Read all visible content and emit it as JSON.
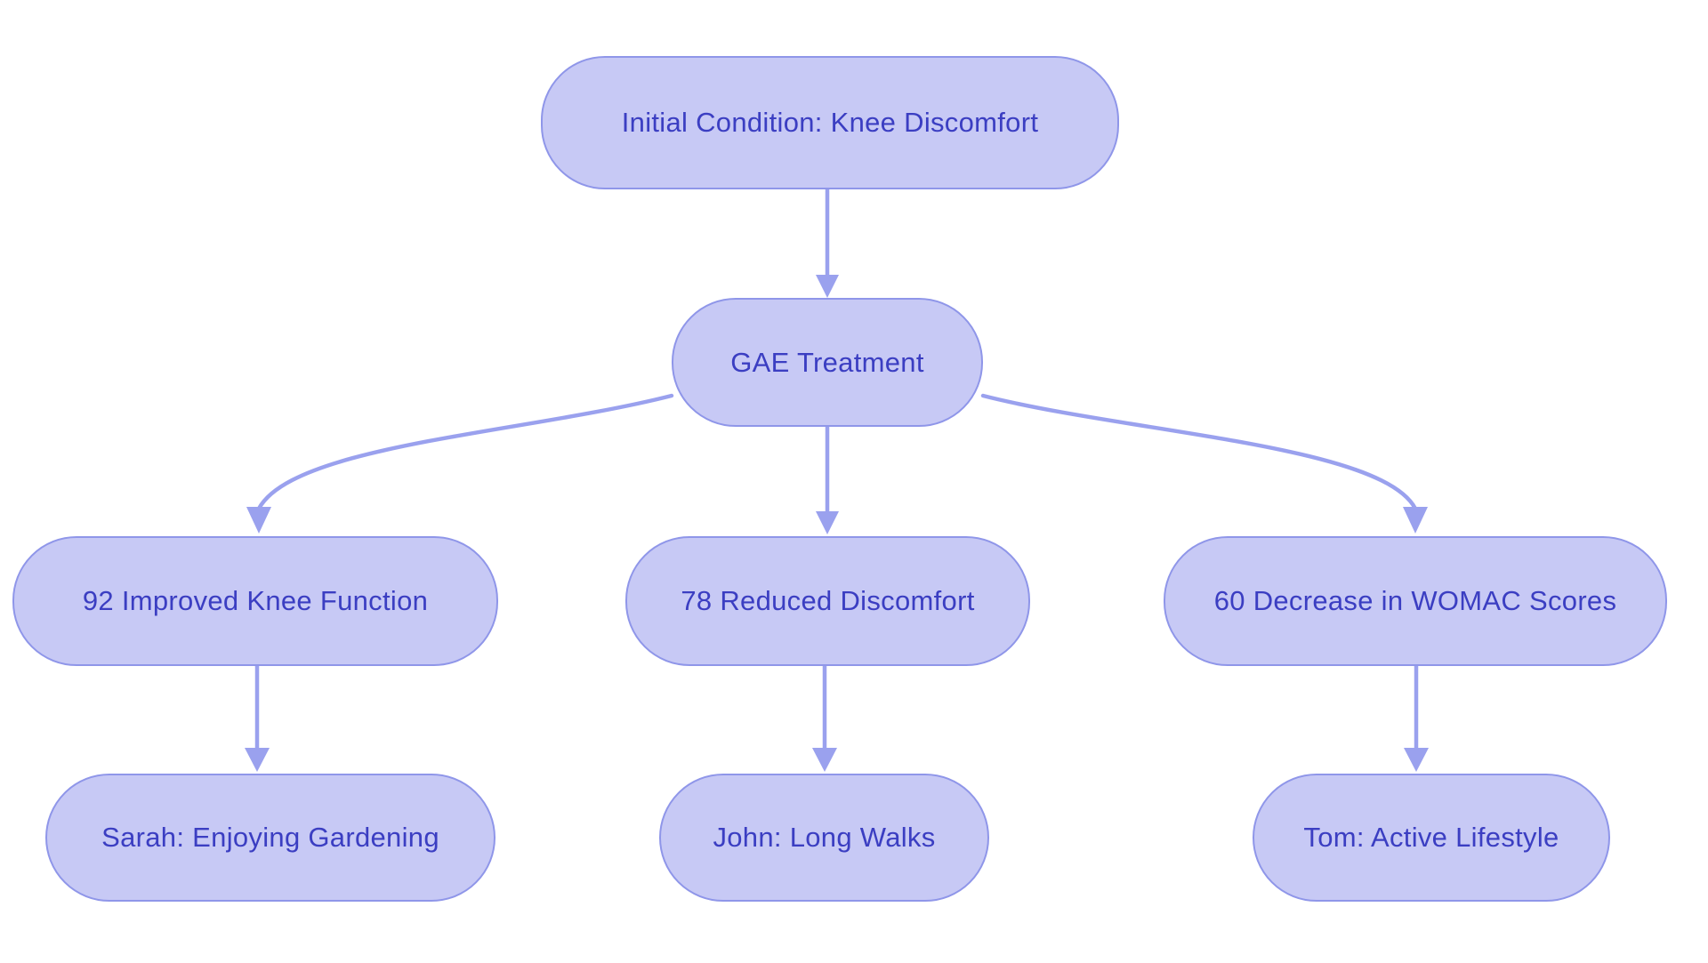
{
  "diagram": {
    "type": "flowchart",
    "background_color": "#ffffff",
    "colors": {
      "node_fill": "#c7c9f5",
      "node_border": "#8f96e9",
      "node_text": "#3b3ec2",
      "arrow": "#9aa1ee"
    },
    "nodes": [
      {
        "id": "initial",
        "label": "Initial Condition: Knee Discomfort"
      },
      {
        "id": "gae-treatment",
        "label": "GAE Treatment"
      },
      {
        "id": "outcome-function",
        "label": "92 Improved Knee Function"
      },
      {
        "id": "outcome-discomfort",
        "label": "78 Reduced Discomfort"
      },
      {
        "id": "outcome-womac",
        "label": "60 Decrease in WOMAC Scores"
      },
      {
        "id": "patient-sarah",
        "label": "Sarah: Enjoying Gardening"
      },
      {
        "id": "patient-john",
        "label": "John: Long Walks"
      },
      {
        "id": "patient-tom",
        "label": "Tom: Active Lifestyle"
      }
    ],
    "edges": [
      {
        "from": "initial",
        "to": "gae-treatment"
      },
      {
        "from": "gae-treatment",
        "to": "outcome-function"
      },
      {
        "from": "gae-treatment",
        "to": "outcome-discomfort"
      },
      {
        "from": "gae-treatment",
        "to": "outcome-womac"
      },
      {
        "from": "outcome-function",
        "to": "patient-sarah"
      },
      {
        "from": "outcome-discomfort",
        "to": "patient-john"
      },
      {
        "from": "outcome-womac",
        "to": "patient-tom"
      }
    ]
  }
}
